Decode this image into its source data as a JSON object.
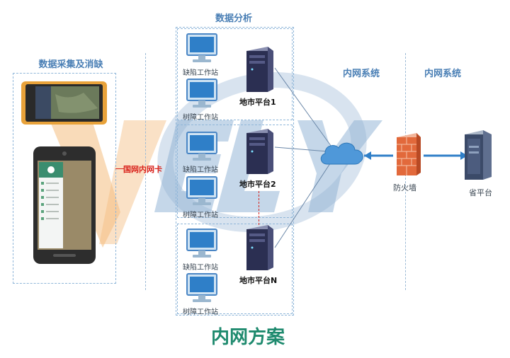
{
  "sections": {
    "collection": "数据采集及消缺",
    "analysis": "数据分析",
    "intranet1": "内网系统",
    "intranet2": "内网系统"
  },
  "card_label": "国网内网卡",
  "workstations": [
    "缺陷工作站",
    "树障工作站",
    "缺陷工作站",
    "树障工作站",
    "缺陷工作站",
    "树障工作站"
  ],
  "servers": [
    "地市平台1",
    "地市平台2",
    "地市平台N"
  ],
  "firewall_label": "防火墙",
  "province_label": "省平台",
  "footer_title": "内网方案",
  "watermark": "VELY",
  "colors": {
    "section_title": "#4a7fb5",
    "footer": "#1e8a6e",
    "card_label": "#d9231c",
    "watermark_orange": "#f1b16c",
    "watermark_blue": "#8fb0d2"
  }
}
